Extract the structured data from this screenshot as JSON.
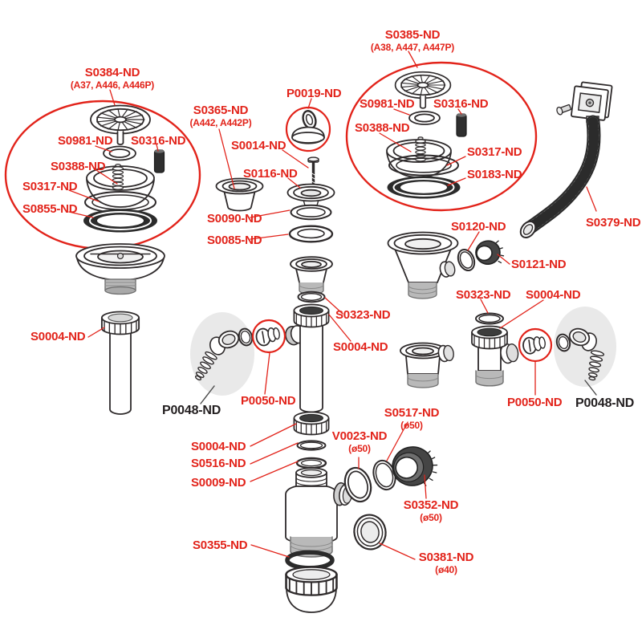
{
  "figure": {
    "type": "exploded-parts-diagram",
    "background": "#ffffff",
    "accent_red": "#e2231a",
    "line_color": "#2e2a2b",
    "group_fill": "#e9e9e9"
  },
  "labels": [
    {
      "id": "s0384",
      "text": "S0384-ND",
      "sub": "(A37, A446, A446P)"
    },
    {
      "id": "s0981-left",
      "text": "S0981-ND"
    },
    {
      "id": "s0316-left",
      "text": "S0316-ND"
    },
    {
      "id": "s0388-left",
      "text": "S0388-ND"
    },
    {
      "id": "s0317-left",
      "text": "S0317-ND"
    },
    {
      "id": "s0855-left",
      "text": "S0855-ND"
    },
    {
      "id": "s0004-left",
      "text": "S0004-ND"
    },
    {
      "id": "s0365",
      "text": "S0365-ND",
      "sub": "(A442, A442P)"
    },
    {
      "id": "p0019",
      "text": "P0019-ND"
    },
    {
      "id": "s0014",
      "text": "S0014-ND"
    },
    {
      "id": "s0116",
      "text": "S0116-ND"
    },
    {
      "id": "s0090",
      "text": "S0090-ND"
    },
    {
      "id": "s0085",
      "text": "S0085-ND"
    },
    {
      "id": "s0385",
      "text": "S0385-ND",
      "sub": "(A38, A447, A447P)"
    },
    {
      "id": "s0981-right",
      "text": "S0981-ND"
    },
    {
      "id": "s0316-right",
      "text": "S0316-ND"
    },
    {
      "id": "s0388-right",
      "text": "S0388-ND"
    },
    {
      "id": "s0317-right",
      "text": "S0317-ND"
    },
    {
      "id": "s0183",
      "text": "S0183-ND"
    },
    {
      "id": "s0379",
      "text": "S0379-ND"
    },
    {
      "id": "s0120",
      "text": "S0120-ND"
    },
    {
      "id": "s0121",
      "text": "S0121-ND"
    },
    {
      "id": "s0323-right",
      "text": "S0323-ND"
    },
    {
      "id": "s0004-right",
      "text": "S0004-ND"
    },
    {
      "id": "s0323-center",
      "text": "S0323-ND"
    },
    {
      "id": "s0004-center",
      "text": "S0004-ND"
    },
    {
      "id": "p0050-center",
      "text": "P0050-ND"
    },
    {
      "id": "p0048-center",
      "text": "P0048-ND"
    },
    {
      "id": "p0050-right",
      "text": "P0050-ND"
    },
    {
      "id": "p0048-right",
      "text": "P0048-ND"
    },
    {
      "id": "s0004-bottom",
      "text": "S0004-ND"
    },
    {
      "id": "s0516",
      "text": "S0516-ND"
    },
    {
      "id": "s0009",
      "text": "S0009-ND"
    },
    {
      "id": "v0023",
      "text": "V0023-ND",
      "sub": "(ø50)"
    },
    {
      "id": "s0517",
      "text": "S0517-ND",
      "sub": "(ø50)"
    },
    {
      "id": "s0352",
      "text": "S0352-ND",
      "sub": "(ø50)"
    },
    {
      "id": "s0381",
      "text": "S0381-ND",
      "sub": "(ø40)"
    },
    {
      "id": "s0355",
      "text": "S0355-ND"
    }
  ]
}
